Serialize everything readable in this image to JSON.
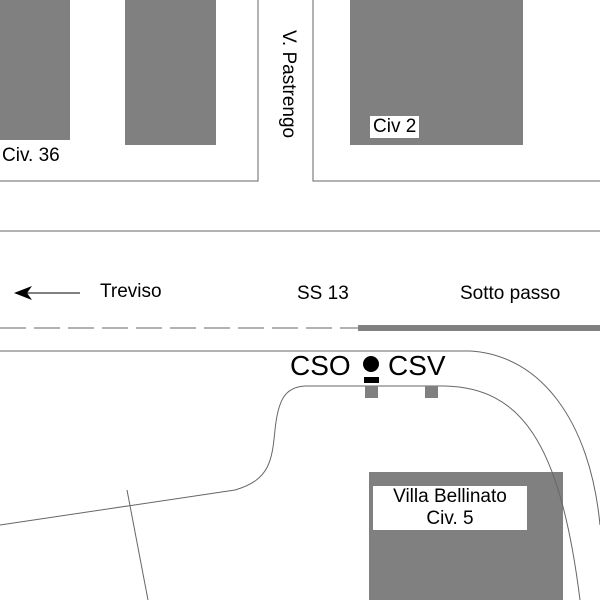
{
  "labels": {
    "civ36": "Civ. 36",
    "street_pastrengo": "V. Pastrengo",
    "civ2": "Civ 2",
    "treviso": "Treviso",
    "ss13": "SS 13",
    "sotto_passo": "Sotto passo",
    "cso": "CSO",
    "csv": "CSV",
    "villa_line1": "Villa Bellinato",
    "villa_line2": "Civ. 5"
  },
  "colors": {
    "building": "#808080",
    "line": "#555555",
    "marker": "#000000"
  },
  "icons": {
    "direction": "arrow-left-icon",
    "station": "station-marker-icon"
  }
}
